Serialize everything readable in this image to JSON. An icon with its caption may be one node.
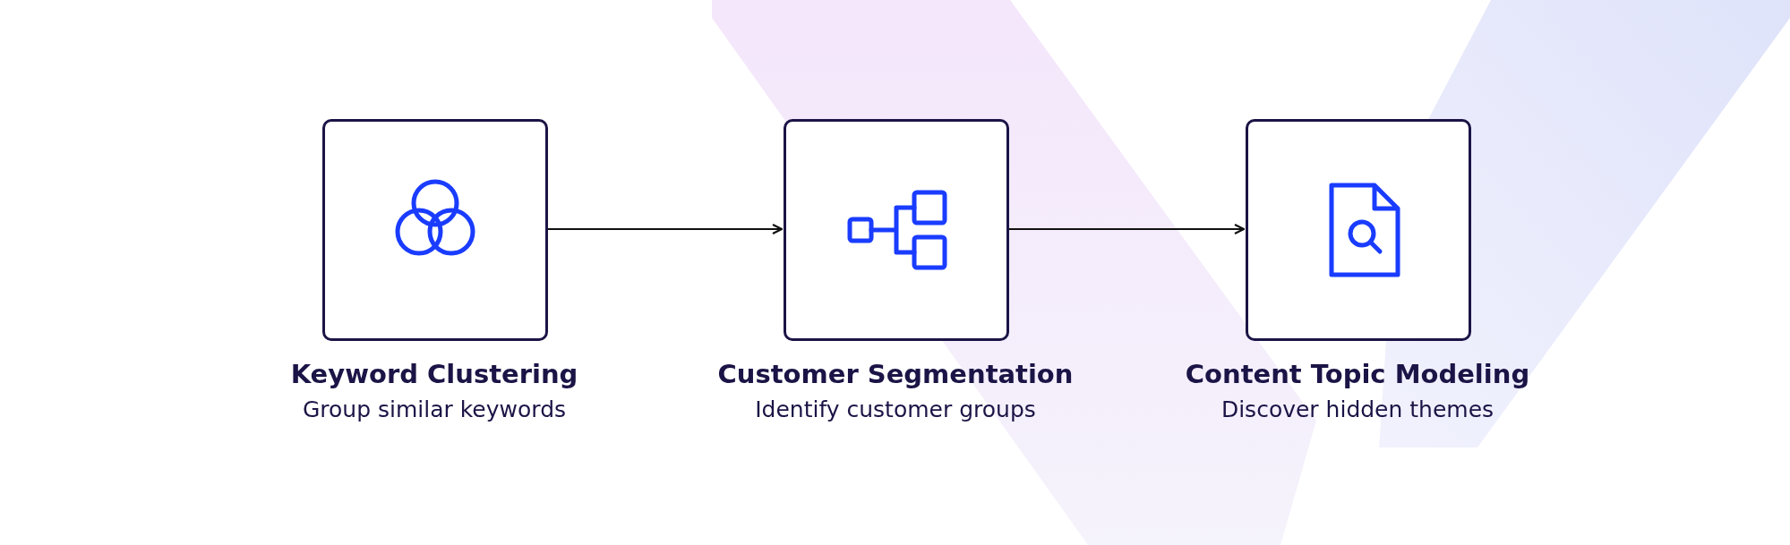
{
  "diagram": {
    "nodes": [
      {
        "text": [
          "Keyword Clustering",
          "Group similar keywords"
        ]
      },
      {
        "text": [
          "Customer Segmentation",
          "Identify customer groups"
        ]
      },
      {
        "text": [
          "Content Topic Modeling",
          "Discover hidden themes"
        ]
      }
    ],
    "edges": [
      {
        "from": 0,
        "to": 1,
        "arrow": "to"
      },
      {
        "from": 1,
        "to": 2,
        "arrow": "to"
      }
    ]
  }
}
